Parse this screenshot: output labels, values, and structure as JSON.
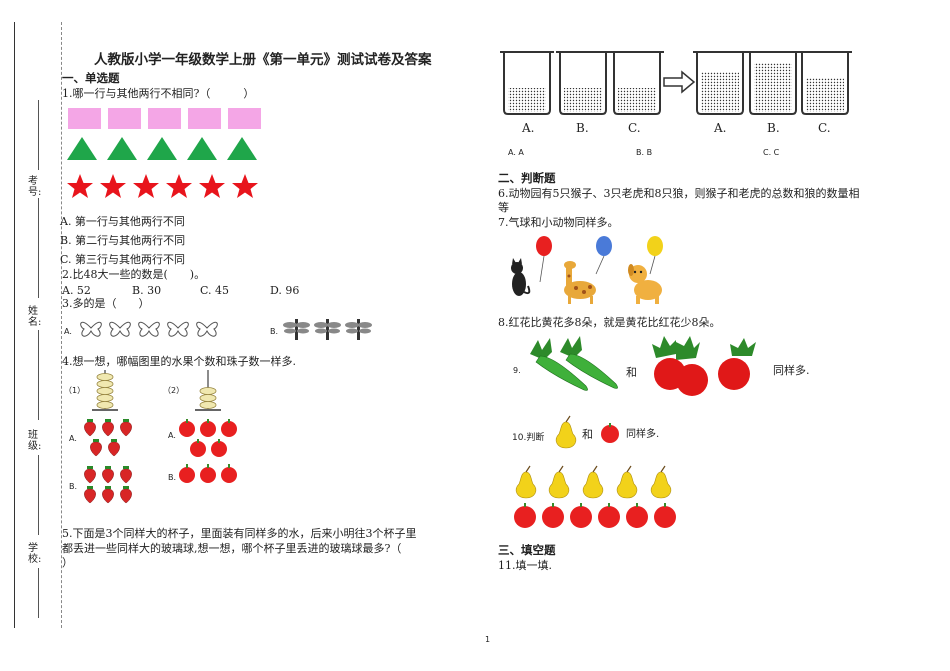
{
  "binding": {
    "exam_no": "考号:",
    "name": "姓名:",
    "class": "班级:",
    "school": "学校:"
  },
  "title": "人教版小学一年级数学上册《第一单元》测试试卷及答案",
  "sections": {
    "s1": "一、单选题",
    "s2": "二、判断题",
    "s3": "三、填空题"
  },
  "q1": {
    "stem": "1.哪一行与其他两行不相同?（　　　）",
    "options": [
      "A.  第一行与其他两行不同",
      "B.  第二行与其他两行不同",
      "C.  第三行与其他两行不同"
    ]
  },
  "q2": {
    "stem": "2.比48大一些的数是(　　)。",
    "options": [
      "A.  52",
      "B.  30",
      "C.  45",
      "D.  96"
    ]
  },
  "q3": {
    "stem": "3.多的是（　　）",
    "opt_a": "A.",
    "opt_b": "B."
  },
  "q4": {
    "stem": "4.想一想，哪幅图里的水果个数和珠子数一样多.",
    "g1": "（1）",
    "g2": "（2）",
    "a": "A.",
    "b": "B."
  },
  "q5": {
    "line1": "5.下面是3个同样大的杯子，里面装有同样多的水，后来小明往3个杯子里",
    "line2": "都丢进一些同样大的玻璃球,想一想，哪个杯子里丢进的玻璃球最多?（",
    "line3": "）",
    "cup_labels": [
      "A.",
      "B.",
      "C.",
      "A.",
      "B.",
      "C."
    ],
    "answers": [
      "A. A",
      "B. B",
      "C. C"
    ]
  },
  "q6": {
    "line1": "6.动物园有5只猴子、3只老虎和8只狼，则猴子和老虎的总数和狼的数量相",
    "line2": "等"
  },
  "q7": {
    "stem": "7.气球和小动物同样多。"
  },
  "q8": {
    "stem": "8.红花比黄花多8朵，就是黄花比红花少8朵。"
  },
  "q9": {
    "num": "9.",
    "and": "和",
    "same": "同样多."
  },
  "q10": {
    "judge": "10.判断",
    "and": "和",
    "same": "同样多."
  },
  "q11": {
    "stem": "11.填一填."
  },
  "page_number": "1",
  "colors": {
    "pink": "#f4a6e6",
    "green": "#1fa64a",
    "red": "#e8141c",
    "apple": "#e82020",
    "pear": "#f2d21a"
  }
}
